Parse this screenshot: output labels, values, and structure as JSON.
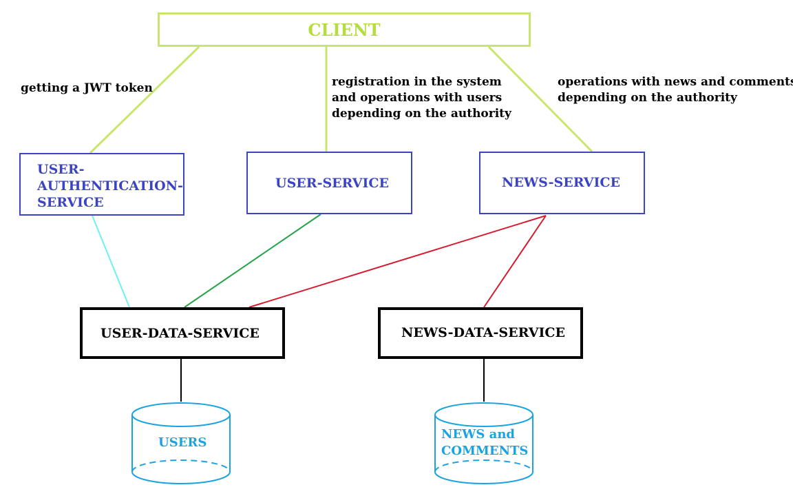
{
  "client": {
    "label": "CLIENT"
  },
  "services": {
    "auth": {
      "label": "USER-\nAUTHENTICATION-\nSERVICE"
    },
    "user": {
      "label": "USER-SERVICE"
    },
    "news": {
      "label": "NEWS-SERVICE"
    }
  },
  "data_services": {
    "user_data": {
      "label": "USER-DATA-SERVICE"
    },
    "news_data": {
      "label": "NEWS-DATA-SERVICE"
    }
  },
  "edge_labels": {
    "jwt": "getting a JWT token",
    "registration": "registration in the system\nand operations with users\ndepending on the authority",
    "news_ops": "operations with news and comments\ndepending on the authority"
  },
  "databases": {
    "users": {
      "label": "USERS"
    },
    "news_comments": {
      "label": "NEWS and\nCOMMENTS"
    }
  },
  "colors": {
    "client_border": "#c8e66b",
    "client_text": "#b5dd3e",
    "service_border": "#3b45c4",
    "auth_link": "#6ff0f0",
    "user_link": "#22a447",
    "news_link": "#d61a2e",
    "database": "#1aa3e0"
  }
}
